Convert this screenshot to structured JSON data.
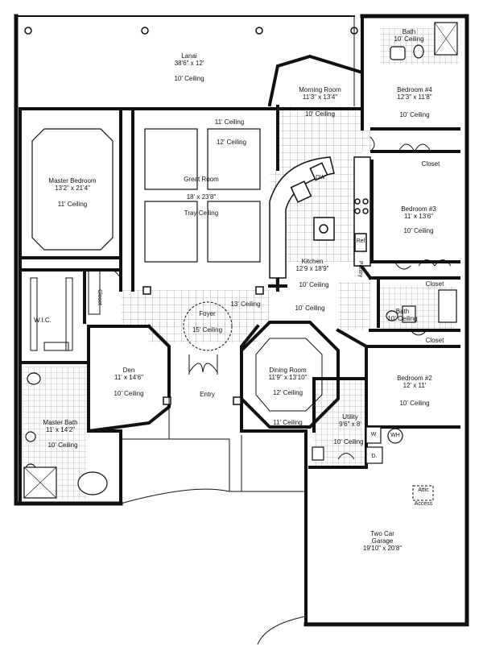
{
  "rooms": {
    "lanai": {
      "name": "Lanai",
      "size": "38'6\" x 12'",
      "ceiling": "10' Ceiling"
    },
    "morning": {
      "name": "Morning Room",
      "size": "11'3\" x 13'4\"",
      "ceiling": "10' Ceiling"
    },
    "bath_top": {
      "name": "Bath",
      "ceiling": "10' Ceiling"
    },
    "bed4": {
      "name": "Bedroom #4",
      "size": "12'3\" x 11'8\"",
      "ceiling": "10' Ceiling"
    },
    "closet_top": {
      "name": "Closet"
    },
    "master_bed": {
      "name": "Master Bedroom",
      "size": "13'2\" x 21'4\"",
      "ceiling": "11' Ceiling"
    },
    "great": {
      "name": "Great Room",
      "size": "18' x 23'8\"",
      "ceiling": "Tray Ceiling",
      "ceiling_top": "11' Ceiling",
      "ceiling_inner": "12' Ceiling"
    },
    "bed3": {
      "name": "Bedroom #3",
      "size": "11' x 13'6\"",
      "ceiling": "10' Ceiling"
    },
    "kitchen": {
      "name": "Kitchen",
      "size": "12'9 x 18'9\"",
      "ceiling": "10' Ceiling",
      "dw": "DW",
      "ref": "Ref.",
      "pantry": "Pantry"
    },
    "hall": {
      "ceiling": "10' Ceiling"
    },
    "closet_mid": {
      "name": "Closet"
    },
    "wic": {
      "name": "W.I.C."
    },
    "closet_side": {
      "name": "Closet"
    },
    "foyer": {
      "name": "Foyer",
      "ceiling": "15' Ceiling",
      "ceiling_alt": "13' Ceiling"
    },
    "bath_mid": {
      "name": "Bath",
      "ceiling": "10' Ceiling"
    },
    "closet_low": {
      "name": "Closet"
    },
    "den": {
      "name": "Den",
      "size": "11' x 14'6\"",
      "ceiling": "10' Ceiling"
    },
    "dining": {
      "name": "Dining Room",
      "size": "11'9\" x 13'10\"",
      "ceiling": "12' Ceiling",
      "ceiling_below": "11' Ceiling"
    },
    "bed2": {
      "name": "Bedroom #2",
      "size": "12' x 11'",
      "ceiling": "10' Ceiling"
    },
    "entry": {
      "name": "Entry"
    },
    "master_bath": {
      "name": "Master Bath",
      "size": "11' x 14'2\"",
      "ceiling": "10' Ceiling"
    },
    "utility": {
      "name": "Utility",
      "size": "9'6\" x 8'",
      "ceiling": "10' Ceiling",
      "w": "W",
      "wh": "WH",
      "d": "D."
    },
    "attic": {
      "name": "Attic",
      "sub": "Access"
    },
    "garage": {
      "name": "Two Car",
      "sub": "Garage",
      "size": "19'10\" x 20'8\""
    }
  }
}
